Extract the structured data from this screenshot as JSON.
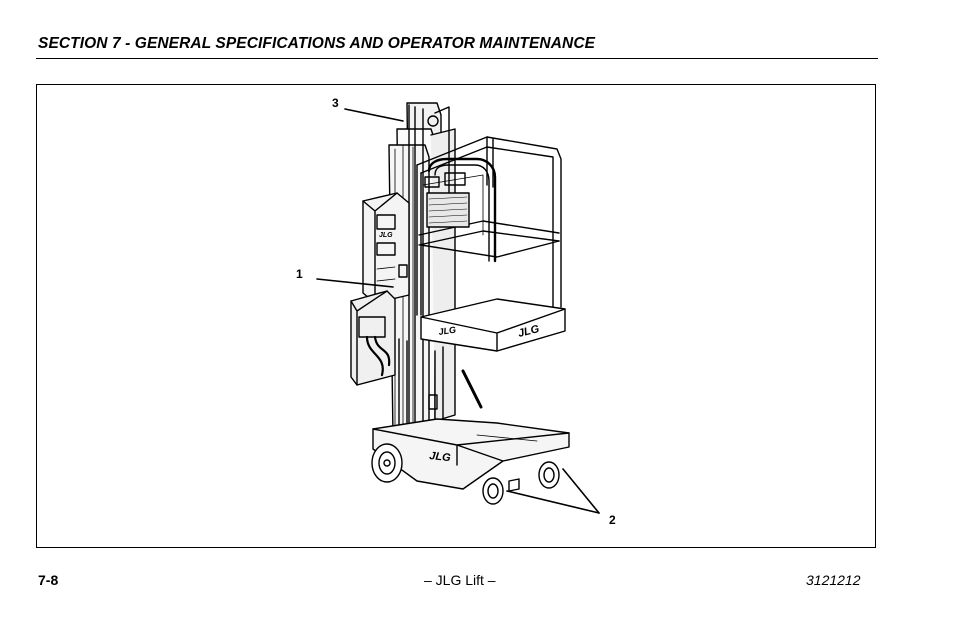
{
  "header": {
    "title": "SECTION 7 - GENERAL SPECIFICATIONS AND OPERATOR MAINTENANCE"
  },
  "figure": {
    "callouts": [
      "3",
      "1",
      "2"
    ],
    "logo_text": "JLG"
  },
  "footer": {
    "page_number": "7-8",
    "center": "– JLG Lift –",
    "doc_number": "3121212"
  }
}
